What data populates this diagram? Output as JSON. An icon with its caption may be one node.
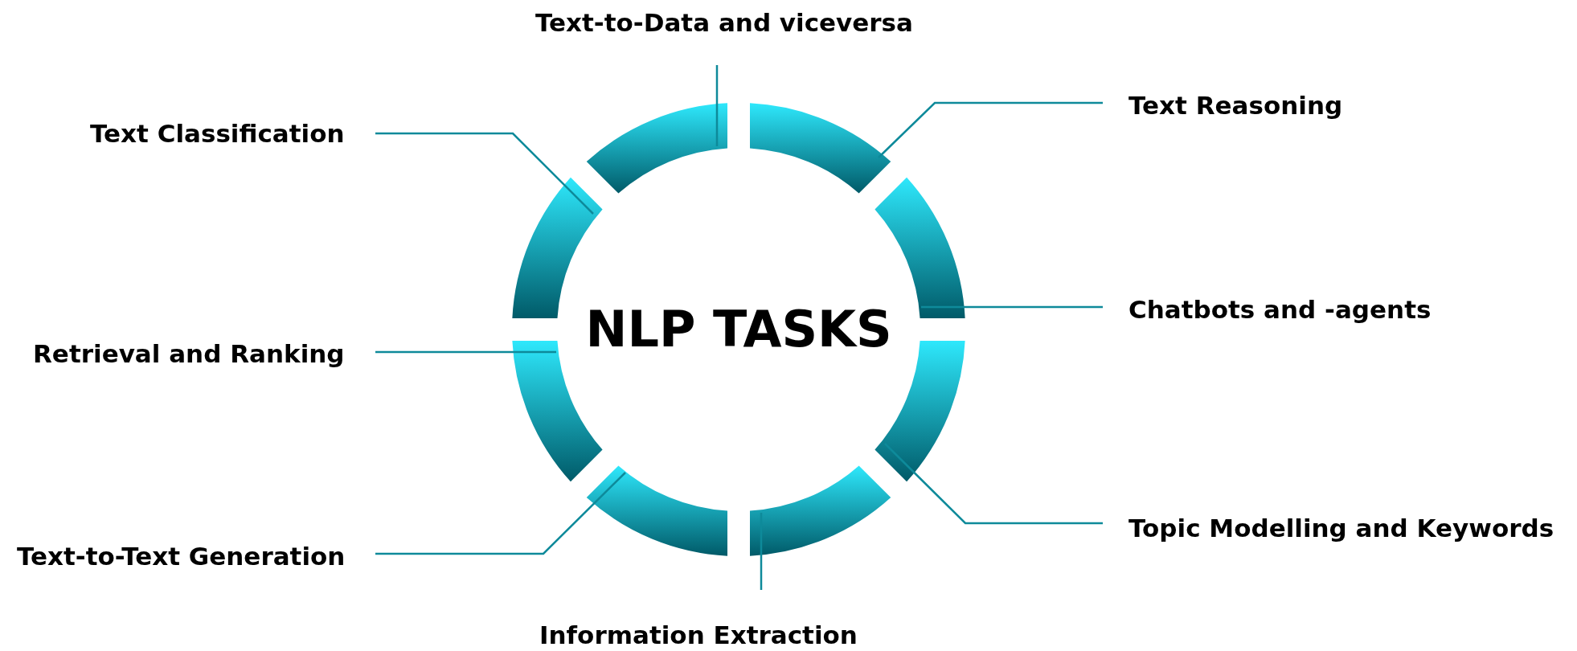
{
  "diagram": {
    "nodes": [
      {
        "text": [
          "Text-to-Data and viceversa"
        ]
      },
      {
        "text": [
          "Text Reasoning"
        ]
      },
      {
        "text": [
          "Text Classification"
        ]
      },
      {
        "text": [
          "Chatbots and -agents"
        ]
      },
      {
        "text": [
          "Retrieval and Ranking"
        ]
      },
      {
        "text": [
          "Topic Modelling and Keywords"
        ]
      },
      {
        "text": [
          "Text-to-Text Generation"
        ]
      },
      {
        "text": [
          "Information Extraction"
        ]
      },
      {
        "text": [],
        "shape": "arc"
      },
      {
        "text": [],
        "shape": "arc"
      },
      {
        "text": [],
        "shape": "arc"
      },
      {
        "text": [],
        "shape": "arc"
      },
      {
        "text": [],
        "shape": "arc"
      },
      {
        "text": [],
        "shape": "arc"
      },
      {
        "text": [],
        "shape": "arc"
      },
      {
        "text": [],
        "shape": "arc"
      }
    ],
    "edges": [
      {
        "from": 0,
        "to": 8,
        "arrow": "none"
      },
      {
        "from": 1,
        "to": 9,
        "arrow": "none"
      },
      {
        "from": 2,
        "to": 10,
        "arrow": "none"
      },
      {
        "from": 3,
        "to": 11,
        "arrow": "none"
      },
      {
        "from": 4,
        "to": 12,
        "arrow": "none"
      },
      {
        "from": 5,
        "to": 13,
        "arrow": "none"
      },
      {
        "from": 6,
        "to": 14,
        "arrow": "none"
      },
      {
        "from": 7,
        "to": 15,
        "arrow": "none"
      }
    ],
    "labels": [
      "NLP TASKS"
    ]
  }
}
